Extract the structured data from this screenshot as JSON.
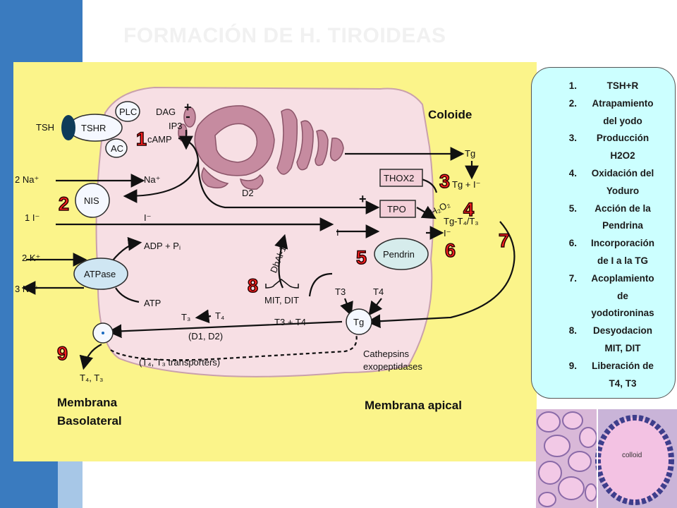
{
  "title": "FORMACIÓN DE H. TIROIDEAS",
  "diagram": {
    "coloide": "Coloide",
    "membrana_basolateral": [
      "Membrana",
      "Basolateral"
    ],
    "membrana_apical": "Membrana apical",
    "labels": {
      "tsh": "TSH",
      "tshr": "TSHR",
      "plc": "PLC",
      "ac": "AC",
      "dag": "DAG",
      "ip3": "IP3",
      "camp": "cAMP",
      "plus1": "+",
      "plus2": "+",
      "tg_top": "Tg",
      "thox2": "THOX2",
      "tg_i": "Tg + I⁻",
      "h2o2": "H₂O₂",
      "tpo": "TPO",
      "tg_t4t3": "Tg-T₄/T₃",
      "d2": "D2",
      "na_in": "2 Na⁺",
      "na_out": "Na⁺",
      "nis": "NIS",
      "i_in": "1 I⁻",
      "i_out": "I⁻",
      "i_mid": "I⁻",
      "i_right": "I⁻",
      "pendrin": "Pendrin",
      "adp": "ADP + Pᵢ",
      "k_in": "2 K⁺",
      "atpase": "ATPase",
      "na3": "3 Na⁺",
      "atp": "ATP",
      "dhal": "DhAl-1",
      "mit_dit": "MIT, DIT",
      "t3_apical": "T3",
      "t4_apical": "T4",
      "tg_circle": "Tg",
      "t3_left": "T₃",
      "t4_left": "T₄",
      "t3_t4": "T3 + T4",
      "d1d2": "(D1, D2)",
      "transporters": "(T₄, T₃ transporters)",
      "cathepsins": "Cathepsins",
      "exopeptidases": "exopeptidases",
      "t4_t3_out": "T₄, T₃"
    },
    "step_numbers": [
      "1",
      "2",
      "3",
      "4",
      "5",
      "6",
      "7",
      "8",
      "9"
    ]
  },
  "legend": [
    {
      "num": "1.",
      "lines": [
        "TSH+R"
      ]
    },
    {
      "num": "2.",
      "lines": [
        "Atrapamiento",
        "del yodo"
      ]
    },
    {
      "num": "3.",
      "lines": [
        "Producción",
        "H2O2"
      ]
    },
    {
      "num": "4.",
      "lines": [
        "Oxidación del",
        "Yoduro"
      ]
    },
    {
      "num": "5.",
      "lines": [
        "Acción de la",
        "Pendrina"
      ]
    },
    {
      "num": "6.",
      "lines": [
        "Incorporación",
        "de I a la TG"
      ]
    },
    {
      "num": "7.",
      "lines": [
        "Acoplamiento",
        "de",
        "yodotironinas"
      ]
    },
    {
      "num": "8.",
      "lines": [
        "Desyodacion",
        "MIT, DIT"
      ]
    },
    {
      "num": "9.",
      "lines": [
        "Liberación de",
        "T4, T3"
      ]
    }
  ],
  "histology": {
    "colloid_label": "colloid"
  },
  "colors": {
    "step_number_fill": "#ff2020",
    "cell": "#f7dfe4",
    "colloid_droplet": "#c68ba0",
    "legend_bg": "#ccffff",
    "panel_bg": "#fbf48a"
  }
}
